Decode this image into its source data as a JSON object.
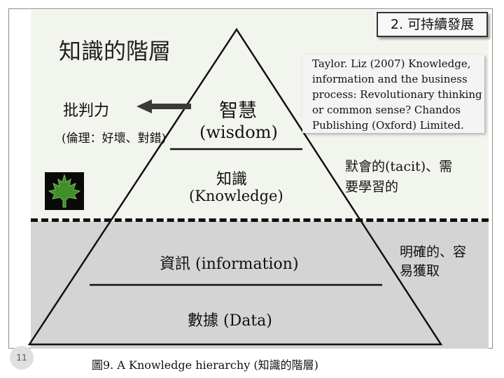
{
  "title": "知識的階層",
  "badge": "2. 可持續發展",
  "left_side": {
    "critical": "批判力",
    "ethics": "(倫理：好壞、對錯)",
    "leaf_icon": "maple-leaf"
  },
  "pyramid": {
    "wisdom_cn": "智慧",
    "wisdom_en": "(wisdom)",
    "knowledge_cn": "知識",
    "knowledge_en": "(Knowledge)",
    "information": "資訊 (information)",
    "data": "數據 (Data)"
  },
  "reference": "Taylor. Liz (2007) Knowledge, information and the business process: Revolutionary thinking or common sense? Chandos Publishing (Oxford) Limited.",
  "tacit_label": "默會的(tacit)、需要學習的",
  "explicit_label": "明確的、容易獲取",
  "caption": "圖9. A Knowledge hierarchy (知識的階層)",
  "page_number": "11",
  "colors": {
    "upper_background": "#f2f5ee",
    "lower_background": "#d4d4d4",
    "leaf": "#3f8f2a"
  }
}
